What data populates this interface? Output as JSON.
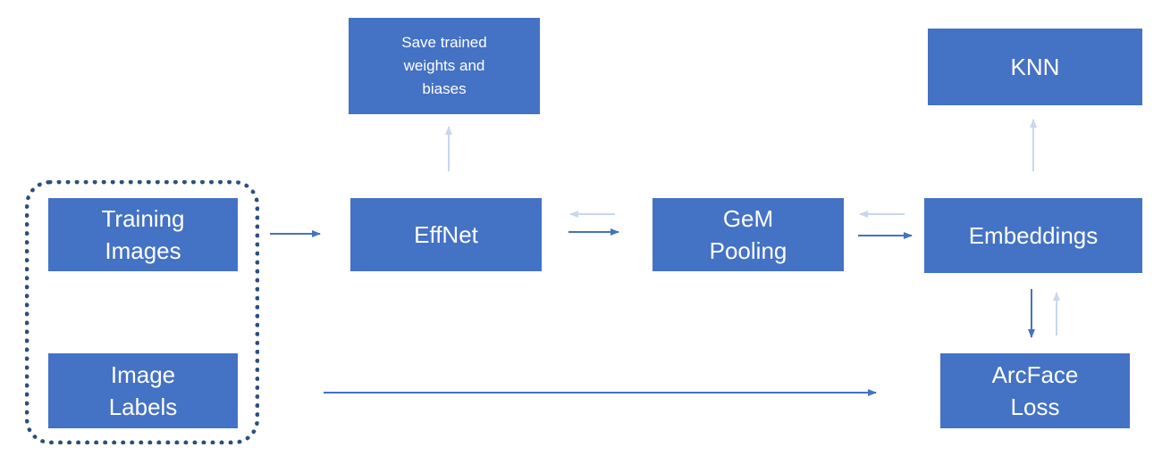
{
  "diagram": {
    "nodes": {
      "training_images": "Training\nImages",
      "image_labels": "Image\nLabels",
      "effnet": "EffNet",
      "save_weights": "Save trained\nweights and\nbiases",
      "gem_pooling": "GeM\nPooling",
      "embeddings": "Embeddings",
      "knn": "KNN",
      "arcface_loss": "ArcFace\nLoss"
    },
    "colors": {
      "box_fill": "#4472c4",
      "box_text": "#ffffff",
      "arrow_forward": "#4472c4",
      "arrow_backward": "#c9d7ee",
      "group_border": "#2f4e7e"
    }
  }
}
